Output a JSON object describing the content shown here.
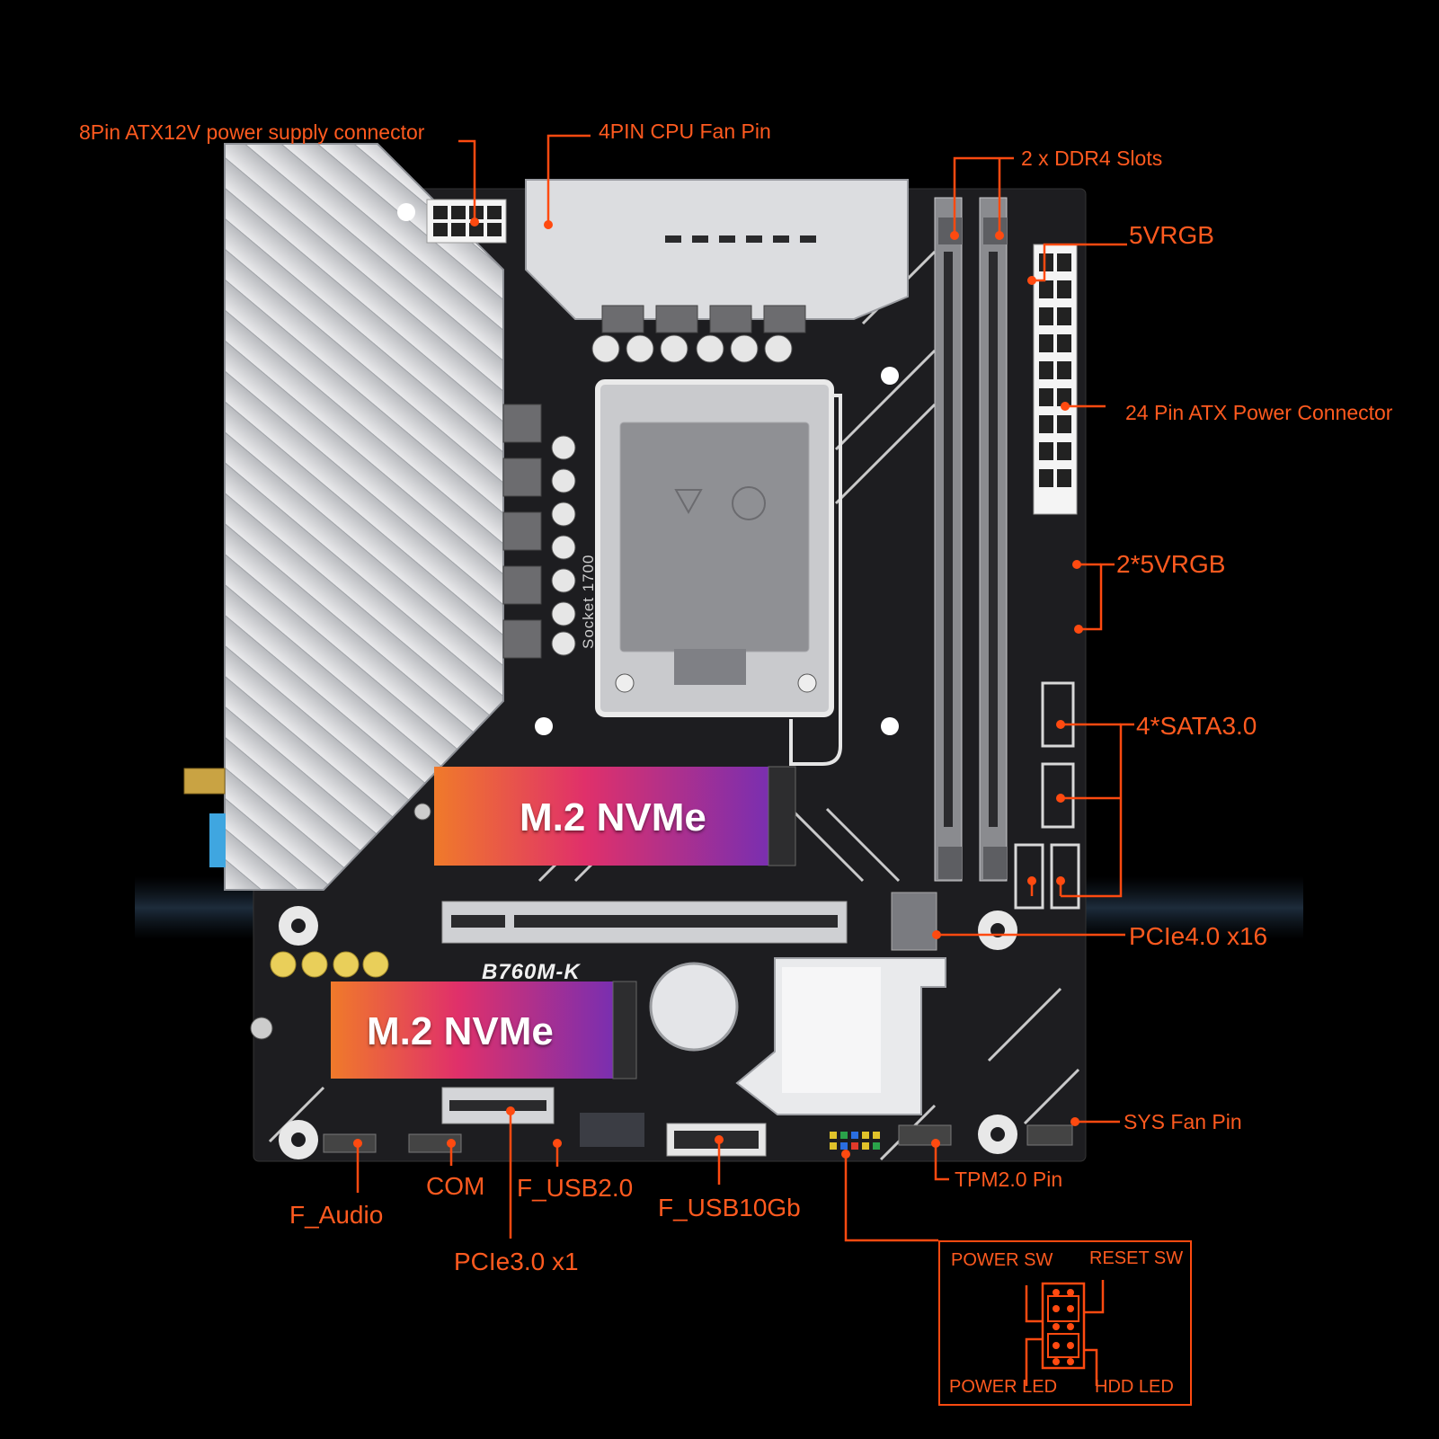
{
  "board": {
    "model": "B760M-K",
    "socket": "Socket 1700",
    "m2_label_top": "M.2 NVMe",
    "m2_label_bottom": "M.2 NVMe"
  },
  "labels": {
    "atx12v": "8Pin ATX12V power supply connector",
    "cpu_fan": "4PIN CPU Fan Pin",
    "ddr4": "2 x DDR4 Slots",
    "rgb5v": "5VRGB",
    "atx24": "24 Pin ATX Power Connector",
    "rgb5v_x2": "2*5VRGB",
    "sata": "4*SATA3.0",
    "pcie4": "PCIe4.0 x16",
    "sys_fan": "SYS Fan Pin",
    "tpm": "TPM2.0 Pin",
    "f_usb10": "F_USB10Gb",
    "f_usb2": "F_USB2.0",
    "com": "COM",
    "f_audio": "F_Audio",
    "pcie3": "PCIe3.0 x1"
  },
  "panel": {
    "power_sw": "POWER SW",
    "reset_sw": "RESET SW",
    "power_led": "POWER LED",
    "hdd_led": "HDD  LED"
  },
  "colors": {
    "accent": "#ff5a1f",
    "pcb": "#1c1c1e",
    "heatsink": "#d9dadc"
  }
}
